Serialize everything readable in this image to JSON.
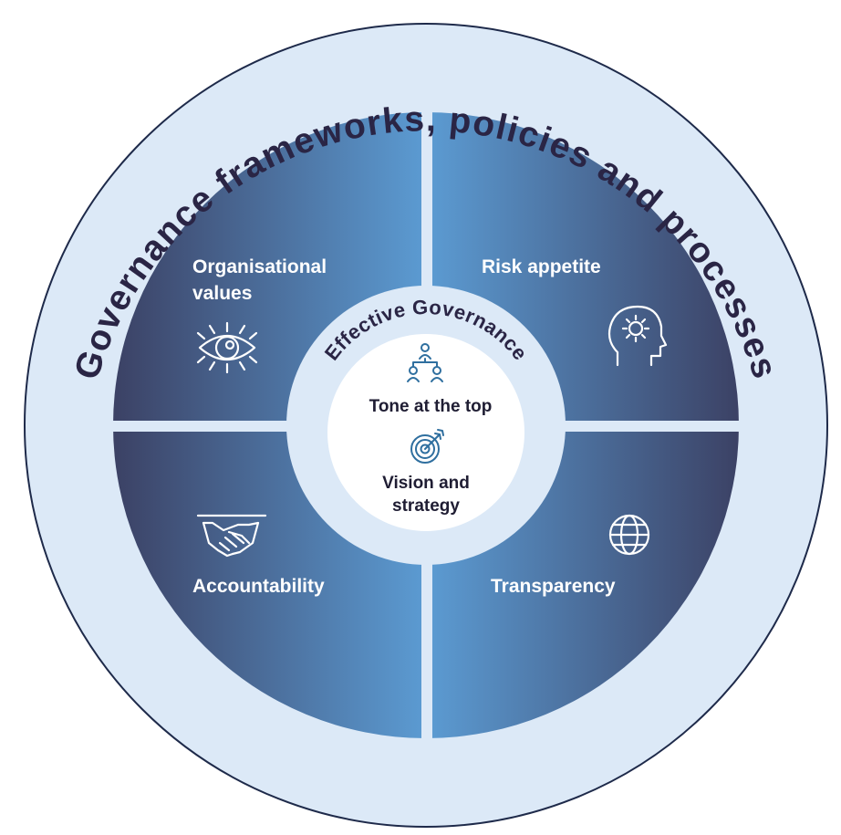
{
  "diagram": {
    "outer_ring_text": "Governance frameworks, policies and processes",
    "quadrants": [
      {
        "id": "top-left",
        "label_lines": [
          "Organisational",
          "values"
        ],
        "icon": "eye-icon"
      },
      {
        "id": "top-right",
        "label_lines": [
          "Risk appetite"
        ],
        "icon": "head-gear-icon"
      },
      {
        "id": "bottom-left",
        "label_lines": [
          "Accountability"
        ],
        "icon": "handshake-icon"
      },
      {
        "id": "bottom-right",
        "label_lines": [
          "Transparency"
        ],
        "icon": "globe-icon"
      }
    ],
    "center": {
      "arc_text": "Effective Governance",
      "items": [
        {
          "label_lines": [
            "Tone at the top"
          ],
          "icon": "people-hierarchy-icon"
        },
        {
          "label_lines": [
            "Vision and",
            "strategy"
          ],
          "icon": "target-icon"
        }
      ]
    },
    "colors": {
      "outer_ring": "#dce9f7",
      "outer_ring_stroke": "#1e2a4a",
      "quadrant_dark": "#3b4063",
      "quadrant_light": "#5b9ad1",
      "center_ring": "#dce9f7",
      "center_fill": "#ffffff",
      "text_dark": "#2a2545",
      "icon_accent": "#2f6f9f"
    }
  }
}
